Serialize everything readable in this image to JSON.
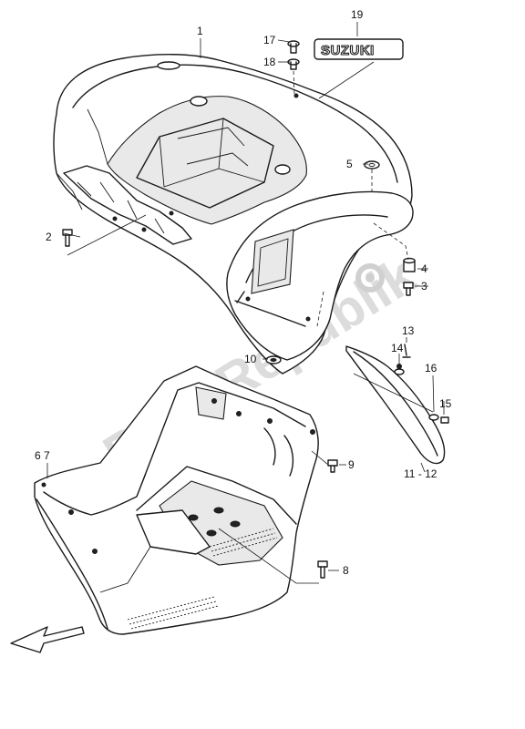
{
  "watermark": "PartsRepublik",
  "badge_text": "SUZUKI",
  "callouts": {
    "c1": "1",
    "c2": "2",
    "c3": "3",
    "c4": "4",
    "c5": "5",
    "c6_7": "6 7",
    "c8": "8",
    "c9": "9",
    "c10": "10",
    "c11_12": "11 - 12",
    "c13": "13",
    "c14": "14",
    "c15": "15",
    "c16": "16",
    "c17": "17",
    "c18": "18",
    "c19": "19"
  }
}
